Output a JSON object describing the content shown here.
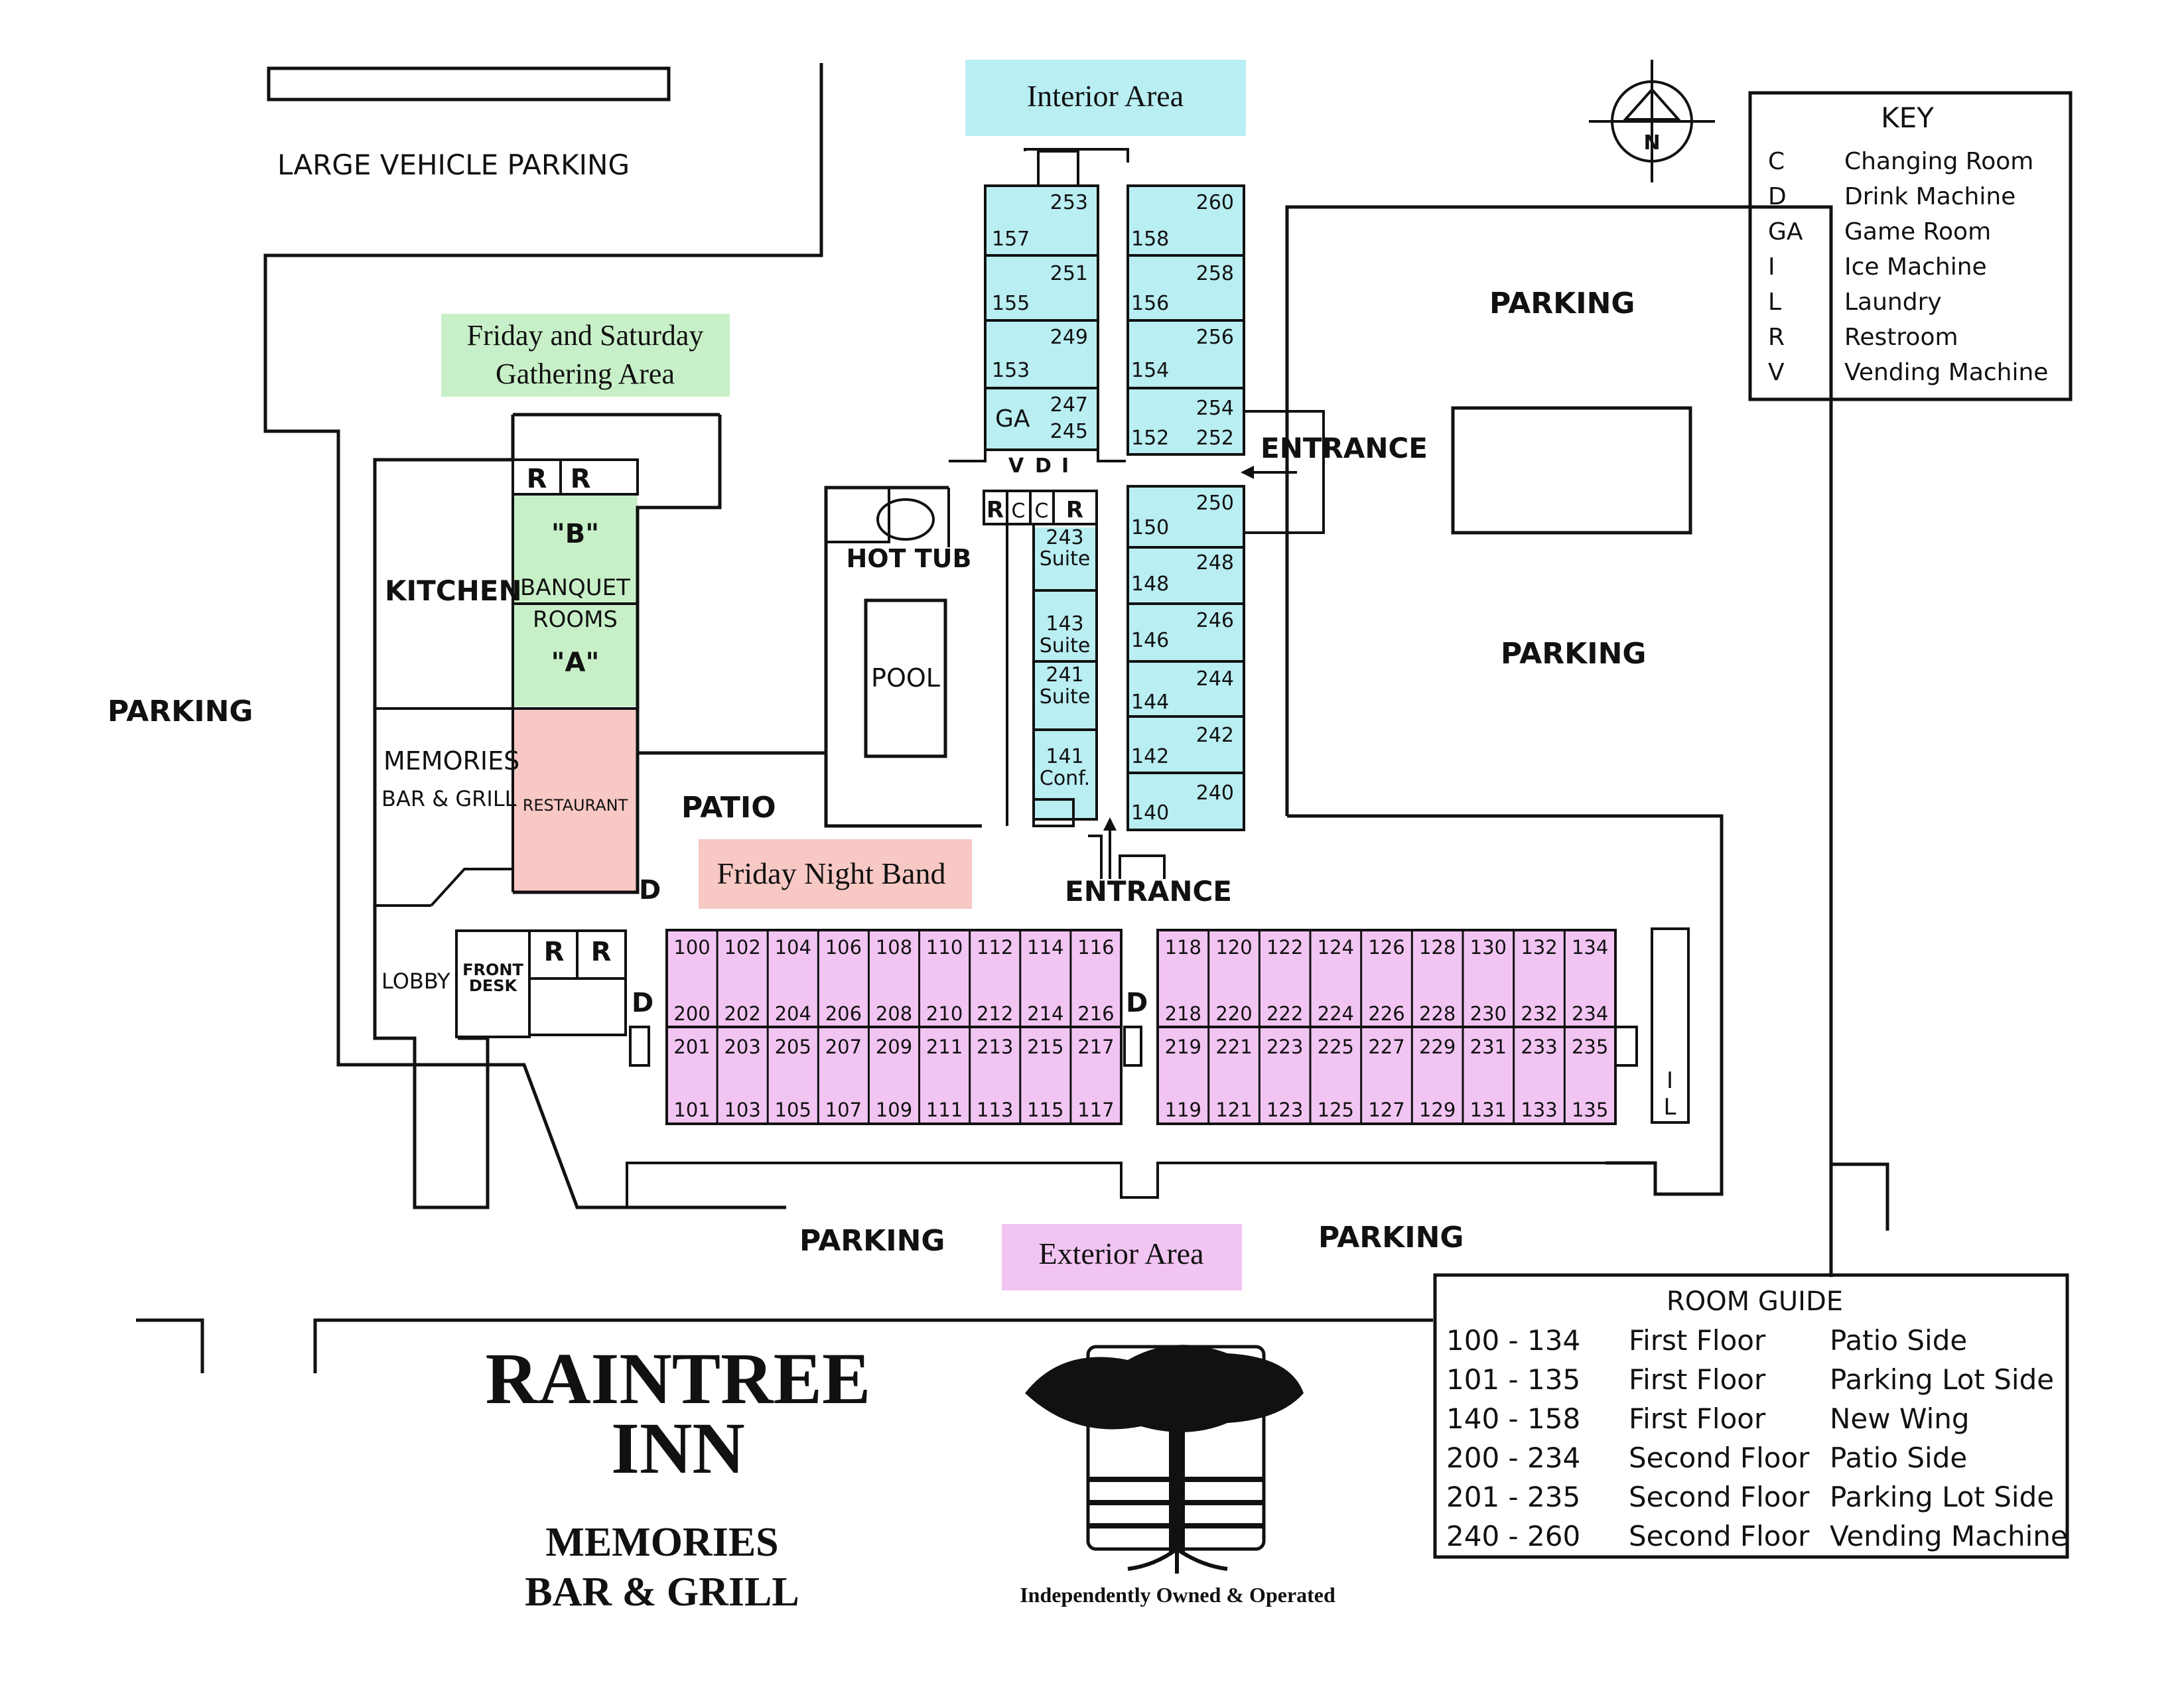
{
  "labels": {
    "large_vehicle_parking": "LARGE VEHICLE PARKING",
    "interior_area": "Interior Area",
    "gathering_area_line1": "Friday and Saturday",
    "gathering_area_line2": "Gathering Area",
    "kitchen": "KITCHEN",
    "banquet_b": "\"B\"",
    "banquet": "BANQUET",
    "rooms": "ROOMS",
    "banquet_a": "\"A\"",
    "memories": "MEMORIES",
    "bar_grill": "BAR & GRILL",
    "restaurant": "RESTAURANT",
    "patio": "PATIO",
    "hot_tub": "HOT TUB",
    "pool": "POOL",
    "friday_night_band": "Friday Night Band",
    "entrance_east": "ENTRANCE",
    "entrance_south": "ENTRANCE",
    "parking_west": "PARKING",
    "parking_ne": "PARKING",
    "parking_e": "PARKING",
    "parking_s1": "PARKING",
    "parking_s2": "PARKING",
    "lobby": "LOBBY",
    "front_desk_line1": "FRONT",
    "front_desk_line2": "DESK",
    "exterior_area": "Exterior Area",
    "restroom": "R",
    "changing": "C",
    "drink": "D",
    "vending": "V",
    "ice": "I",
    "laundry": "L",
    "game_room": "GA",
    "compass_n": "N"
  },
  "suites": [
    {
      "num": "243",
      "kind": "Suite"
    },
    {
      "num": "143",
      "kind": "Suite"
    },
    {
      "num": "241",
      "kind": "Suite"
    },
    {
      "num": "141",
      "kind": "Conf."
    }
  ],
  "west_wing": {
    "left": [
      "157",
      "155",
      "153"
    ],
    "right": [
      "253",
      "251",
      "249"
    ],
    "ga_left": "GA",
    "ga_right": [
      "247",
      "245"
    ]
  },
  "east_wing_north": {
    "left": [
      "158",
      "156",
      "154",
      "152"
    ],
    "right": [
      "260",
      "258",
      "256",
      "254",
      "252"
    ]
  },
  "east_wing_south": {
    "left": [
      "150",
      "148",
      "146",
      "144",
      "142",
      "140"
    ],
    "right": [
      "250",
      "248",
      "246",
      "244",
      "242",
      "240"
    ]
  },
  "south_building": {
    "row1_top": [
      "100",
      "102",
      "104",
      "106",
      "108",
      "110",
      "112",
      "114",
      "116",
      "118",
      "120",
      "122",
      "124",
      "126",
      "128",
      "130",
      "132",
      "134"
    ],
    "row1_bottom": [
      "200",
      "202",
      "204",
      "206",
      "208",
      "210",
      "212",
      "214",
      "216",
      "218",
      "220",
      "222",
      "224",
      "226",
      "228",
      "230",
      "232",
      "234"
    ],
    "row2_top": [
      "201",
      "203",
      "205",
      "207",
      "209",
      "211",
      "213",
      "215",
      "217",
      "219",
      "221",
      "223",
      "225",
      "227",
      "229",
      "231",
      "233",
      "235"
    ],
    "row2_bottom": [
      "101",
      "103",
      "105",
      "107",
      "109",
      "111",
      "113",
      "115",
      "117",
      "119",
      "121",
      "123",
      "125",
      "127",
      "129",
      "131",
      "133",
      "135"
    ]
  },
  "key": {
    "title": "KEY",
    "items": [
      {
        "code": "C",
        "label": "Changing Room"
      },
      {
        "code": "D",
        "label": "Drink Machine"
      },
      {
        "code": "GA",
        "label": "Game Room"
      },
      {
        "code": "I",
        "label": "Ice Machine"
      },
      {
        "code": "L",
        "label": "Laundry"
      },
      {
        "code": "R",
        "label": "Restroom"
      },
      {
        "code": "V",
        "label": "Vending Machine"
      }
    ]
  },
  "room_guide": {
    "title": "ROOM GUIDE",
    "rows": [
      {
        "range": "100 - 134",
        "floor": "First Floor",
        "side": "Patio Side"
      },
      {
        "range": "101 - 135",
        "floor": "First Floor",
        "side": "Parking Lot Side"
      },
      {
        "range": "140 - 158",
        "floor": "First Floor",
        "side": "New Wing"
      },
      {
        "range": "200 - 234",
        "floor": "Second Floor",
        "side": "Patio Side"
      },
      {
        "range": "201 - 235",
        "floor": "Second Floor",
        "side": "Parking Lot Side"
      },
      {
        "range": "240 - 260",
        "floor": "Second Floor",
        "side": "Vending Machine"
      }
    ]
  },
  "branding": {
    "name_line1": "RAINTREE",
    "name_line2": "INN",
    "sub_line1": "MEMORIES",
    "sub_line2": "BAR & GRILL",
    "tagline": "Independently Owned & Operated"
  },
  "colors": {
    "interior": "#b9eef2",
    "exterior": "#f2c4f2",
    "gathering": "#c8f0c8",
    "band": "#f7c8c4"
  }
}
